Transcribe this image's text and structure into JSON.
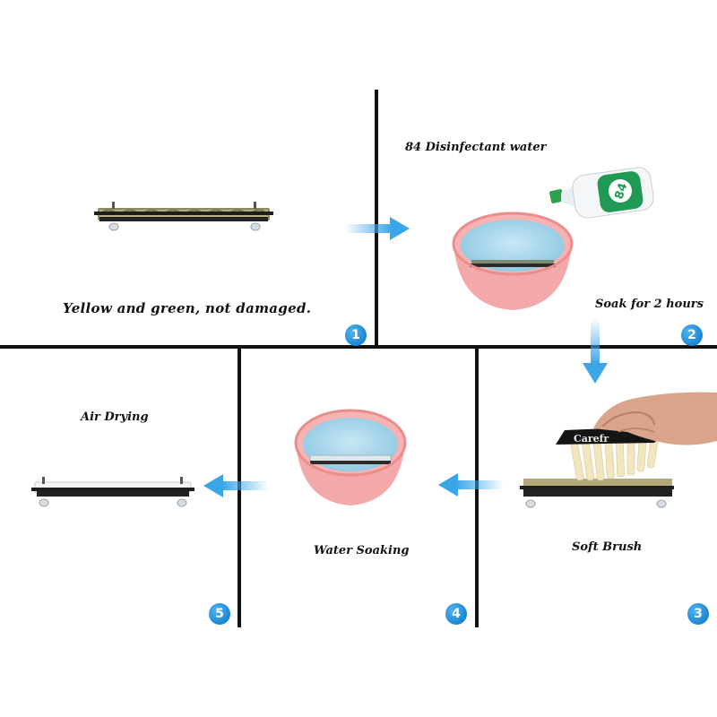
{
  "panels": [
    {
      "caption": "Yellow and green, not damaged.",
      "step": "1"
    },
    {
      "caption": "84 Disinfectant water",
      "caption2": "Soak for 2 hours",
      "bottle_label": "84",
      "step": "2"
    },
    {
      "caption": "Soft Brush",
      "brush_text": "Carefr",
      "step": "3"
    },
    {
      "caption": "Water Soaking",
      "step": "4"
    },
    {
      "caption": "Air Drying",
      "step": "5"
    }
  ],
  "colors": {
    "arrow": "#3aa6e8",
    "badge": "#1b86d3",
    "bowl": "#f4a6a6",
    "water": "#9fd3ea",
    "bottle_label": "#1f9a55",
    "divider": "#111111"
  }
}
